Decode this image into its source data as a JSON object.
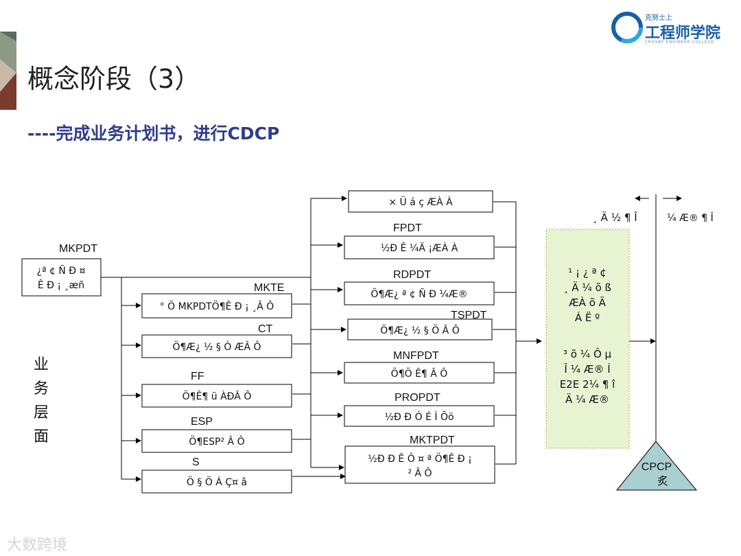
{
  "slide": {
    "title": "概念阶段（3）",
    "subtitle": "----完成业务计划书，进行CDCP"
  },
  "logo": {
    "top_text": "克努士上",
    "main_text": "工程师学院",
    "sub_text": "CROSBY ENGINEER COLLEGE",
    "icon": "ring-logo-icon"
  },
  "watermark": "大数跨境",
  "diagram": {
    "side_label": [
      "业",
      "务",
      "层",
      "面"
    ],
    "mkpdt": {
      "label": "MKPDT",
      "box": [
        "¿ª ¢ Ñ Ð ¤",
        "Ê Ð ¡ ¸æñ"
      ]
    },
    "teams": [
      {
        "label": "MKTE",
        "box": "° Ö MKPDTÖ¶Ê Ð ¡ ¸Â Ô"
      },
      {
        "label": "CT",
        "box": "Ö¶Æ¿ ½ § Ò ÆÂ Ô"
      },
      {
        "label": "FF",
        "box": "Ö¶Ê¶ ü ÀÐÂ Ô"
      },
      {
        "label": "ESP",
        "box": "Ö¶ESP² Â Ô"
      },
      {
        "label": "S",
        "box": "Ö § Ö Á Ç¤ â"
      }
    ],
    "pdts": [
      {
        "label": "",
        "box": [
          "× Ü á ç ÆÀ À"
        ]
      },
      {
        "label": "FPDT",
        "box": [
          "½Ð Ê ¼Ä ¡ÆÀ À"
        ]
      },
      {
        "label": "RDPDT",
        "box": [
          "Ö¶Æ¿ ª ¢ Ñ Ð ¼Æ®"
        ]
      },
      {
        "label": "TSPDT",
        "box": [
          "Ö¶Æ¿ ½ § Ö Â Ô"
        ]
      },
      {
        "label": "MNFPDT",
        "box": [
          "Ö¶Ö Ê¶ Â Ô"
        ]
      },
      {
        "label": "PROPDT",
        "box": [
          "½Ð Ð Ó É Ì Õö"
        ]
      },
      {
        "label": "MKTPDT",
        "box": [
          "½Ð Ð Ê Ô ¤ ª Ö¶Ê Ð ¡",
          "² Â Ô"
        ]
      }
    ],
    "summary_lines_1": [
      "¹ ¡ ¿ ª ¢",
      "¸ Ä ¼ õ ß",
      "ÆÀ õ Ä",
      "Á Ë º"
    ],
    "summary_lines_2": [
      "³ õ ¼ Ô µ",
      "Î ¼ Æ® Í",
      "E2E 2¼ ¶ î",
      "Ä ¼ Æ®"
    ],
    "top_label_left": "¸ Ä ½ ¶ Î",
    "top_label_right": "¼ Æ® ¶ Î",
    "cpcp": {
      "label": "CPCP",
      "sub": "炙"
    },
    "colors": {
      "summary_fill": "#e8f3d2",
      "summary_border": "#99bb55",
      "cpcp_fill": "#a9cfd0",
      "line": "#000000"
    }
  }
}
